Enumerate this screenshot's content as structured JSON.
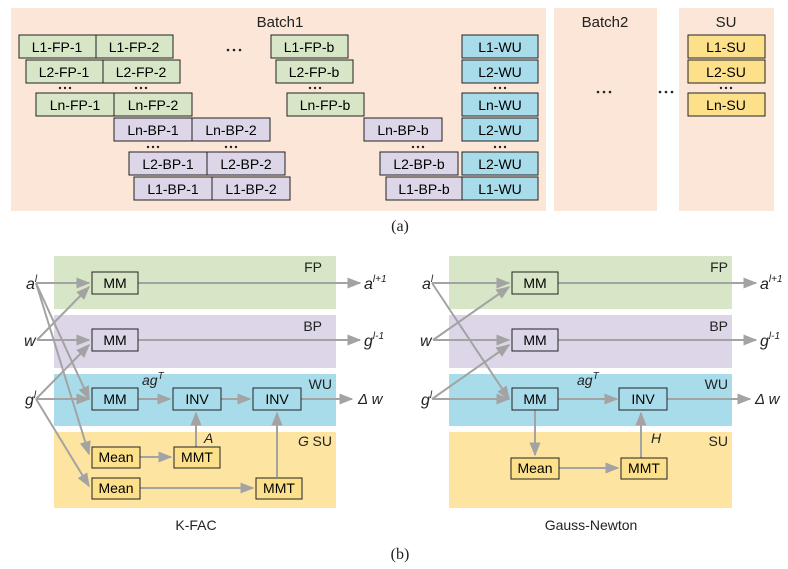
{
  "part_a": {
    "caption": "(a)",
    "batch1": {
      "label": "Batch1",
      "fp_rows": [
        [
          "L1-FP-1",
          "L1-FP-2",
          "L1-FP-b"
        ],
        [
          "L2-FP-1",
          "L2-FP-2",
          "L2-FP-b"
        ],
        [
          "Ln-FP-1",
          "Ln-FP-2",
          "Ln-FP-b"
        ]
      ],
      "bp_rows": [
        [
          "Ln-BP-1",
          "Ln-BP-2",
          "Ln-BP-b"
        ],
        [
          "L2-BP-1",
          "L2-BP-2",
          "L2-BP-b"
        ],
        [
          "L1-BP-1",
          "L1-BP-2",
          "L1-BP-b"
        ]
      ],
      "wu": [
        "L1-WU",
        "L2-WU",
        "Ln-WU",
        "L2-WU",
        "L2-WU",
        "L1-WU"
      ]
    },
    "batch2": {
      "label": "Batch2"
    },
    "su": {
      "label": "SU",
      "items": [
        "L1-SU",
        "L2-SU",
        "Ln-SU"
      ]
    }
  },
  "part_b": {
    "caption": "(b)",
    "kfac": {
      "title": "K-FAC",
      "inputs": {
        "a": "a",
        "w": "w",
        "g": "g",
        "sup": "l"
      },
      "bands": {
        "fp": "FP",
        "bp": "BP",
        "wu": "WU",
        "su": "SU"
      },
      "boxes": {
        "mm": "MM",
        "inv": "INV",
        "mean": "Mean",
        "mmt": "MMT"
      },
      "outputs": {
        "a_next": "a",
        "a_next_sup": "l+1",
        "g_prev": "g",
        "g_prev_sup": "l-1",
        "dw": "Δ w"
      },
      "labels": {
        "ag": "ag",
        "ag_sup": "T",
        "A": "A",
        "G": "G"
      }
    },
    "gn": {
      "title": "Gauss-Newton",
      "inputs": {
        "a": "a",
        "w": "w",
        "g": "g",
        "sup": "l"
      },
      "bands": {
        "fp": "FP",
        "bp": "BP",
        "wu": "WU",
        "su": "SU"
      },
      "boxes": {
        "mm": "MM",
        "inv": "INV",
        "mean": "Mean",
        "mmt": "MMT"
      },
      "outputs": {
        "a_next": "a",
        "a_next_sup": "l+1",
        "g_prev": "g",
        "g_prev_sup": "l-1",
        "dw": "Δ w"
      },
      "labels": {
        "ag": "ag",
        "ag_sup": "T",
        "H": "H"
      }
    }
  },
  "colors": {
    "panel_bg": "#fbe6d7",
    "fp_green": "#d6e6c6",
    "bp_purple": "#dcd6e8",
    "wu_blue": "#a9dcea",
    "su_yellow": "#fde4a0",
    "box_yellow": "#fde08a",
    "arrow_gray": "#a3a3a3"
  }
}
